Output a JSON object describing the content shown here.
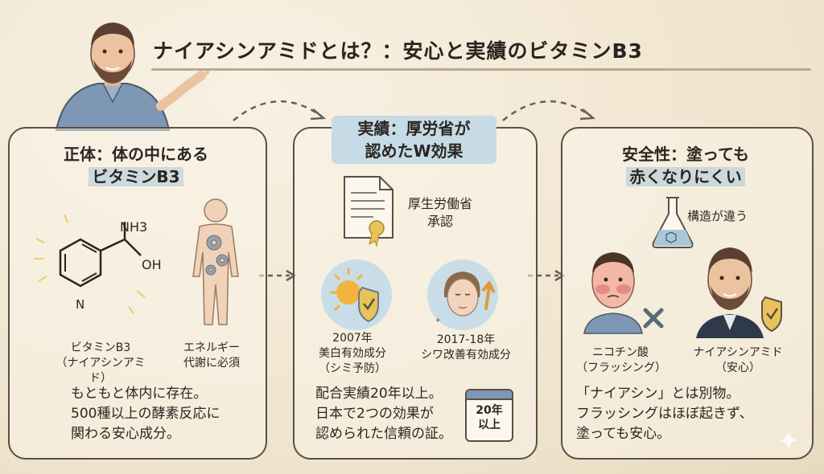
{
  "title": "ナイアシンアミドとは？：安心と実績のビタミンB3",
  "panel1": {
    "heading_line1": "正体：体の中にある",
    "heading_line2": "ビタミンB3",
    "mol_nh3": "NH3",
    "mol_oh": "OH",
    "mol_n": "N",
    "cap1_line1": "ビタミンB3",
    "cap1_line2": "（ナイアシンアミド）",
    "cap2_line1": "エネルギー",
    "cap2_line2": "代謝に必須",
    "body_line1": "もともと体内に存在。",
    "body_line2": "500種以上の酵素反応に",
    "body_line3": "関わる安心成分。"
  },
  "panel2": {
    "heading_line1": "実績：厚労省が",
    "heading_line2": "認めたW効果",
    "cert_line1": "厚生労働省",
    "cert_line2": "承認",
    "cap1_line1": "2007年",
    "cap1_line2": "美白有効成分",
    "cap1_line3": "（シミ予防）",
    "cap2_line1": "2017-18年",
    "cap2_line2": "シワ改善有効成分",
    "body_line1": "配合実績20年以上。",
    "body_line2": "日本で2つの効果が",
    "body_line3": "認められた信頼の証。",
    "cal_line1": "20年",
    "cal_line2": "以上"
  },
  "panel3": {
    "heading_line1": "安全性：塗っても",
    "heading_line2": "赤くなりにくい",
    "flask_label": "構造が違う",
    "cap1_line1": "ニコチン酸",
    "cap1_line2": "（フラッシング）",
    "cap2_line1": "ナイアシンアミド",
    "cap2_line2": "（安心）",
    "body_line1": "「ナイアシン」とは別物。",
    "body_line2": "フラッシングはほぼ起きず、",
    "body_line3": "塗っても安心。"
  },
  "colors": {
    "accent_blue": "#a8c8d8",
    "shield": "#e8c35a",
    "sun": "#f2b43c",
    "flush": "#e08080"
  }
}
